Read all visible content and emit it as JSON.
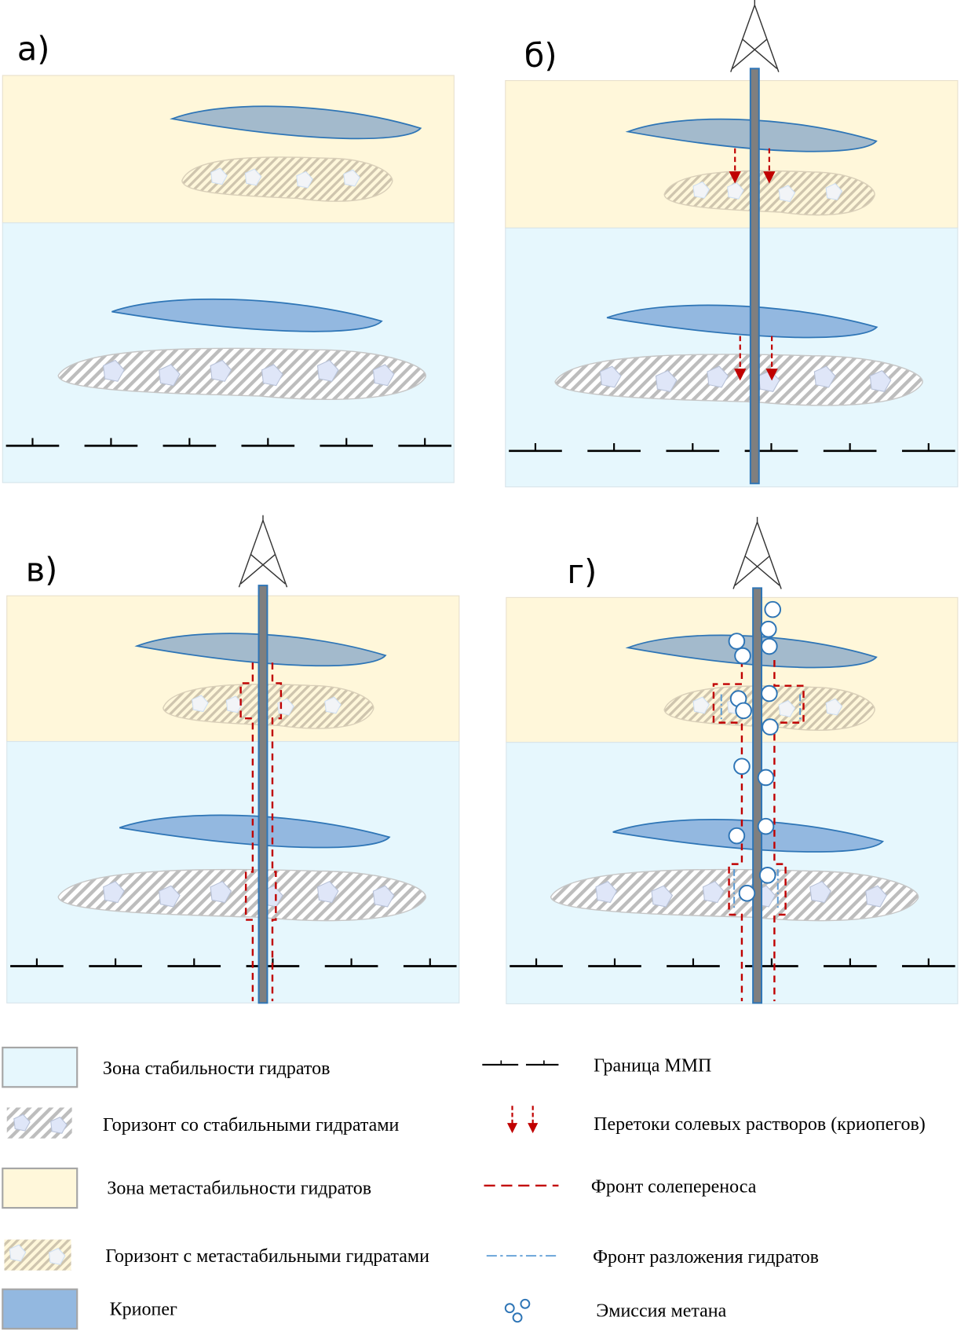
{
  "colors": {
    "stable_zone": "#e6f7fd",
    "metastable_zone": "#fff7da",
    "cryopeg_stable": "#93b8e0",
    "cryopeg_metastable": "#a3bacc",
    "cryopeg_stroke": "#2e75b6",
    "hatch_stable": "#bdbdbd",
    "hatch_metastable": "#cfc5ae",
    "hydrate_crystal": "#dfe6f8",
    "well_fill": "#7f7f7f",
    "well_stroke": "#2e75b6",
    "salt_front": "#c00000",
    "decomposition_front": "#5b9bd5",
    "methane_bubble": "#2e75b6",
    "permafrost_line": "#000000"
  },
  "panels": [
    {
      "label": "а)",
      "has_rig": false,
      "salt_front": false,
      "methane": false
    },
    {
      "label": "б)",
      "has_rig": true,
      "salt_front": false,
      "methane": false,
      "brine_flow_arrows": true
    },
    {
      "label": "в)",
      "has_rig": true,
      "salt_front": true,
      "methane": false
    },
    {
      "label": "г)",
      "has_rig": true,
      "salt_front": true,
      "methane": true,
      "decomposition_front": true
    }
  ],
  "legend": {
    "left": [
      {
        "icon": "stable-zone-swatch",
        "text": "Зона стабильности гидратов"
      },
      {
        "icon": "stable-hydrate-horizon-swatch",
        "text": "Горизонт со стабильными гидратами"
      },
      {
        "icon": "metastable-zone-swatch",
        "text": "Зона метастабильности гидратов"
      },
      {
        "icon": "metastable-hydrate-horizon-swatch",
        "text": "Горизонт с метастабильными гидратами"
      },
      {
        "icon": "cryopeg-swatch",
        "text": "Криопег"
      }
    ],
    "right": [
      {
        "icon": "permafrost-boundary-icon",
        "text": "Граница ММП"
      },
      {
        "icon": "brine-flow-arrows-icon",
        "text": "Перетоки солевых растворов (криопегов)"
      },
      {
        "icon": "salt-front-line-icon",
        "text": "Фронт солепереноса"
      },
      {
        "icon": "decomposition-front-line-icon",
        "text": "Фронт разложения гидратов"
      },
      {
        "icon": "methane-bubbles-icon",
        "text": "Эмиссия метана"
      }
    ]
  }
}
